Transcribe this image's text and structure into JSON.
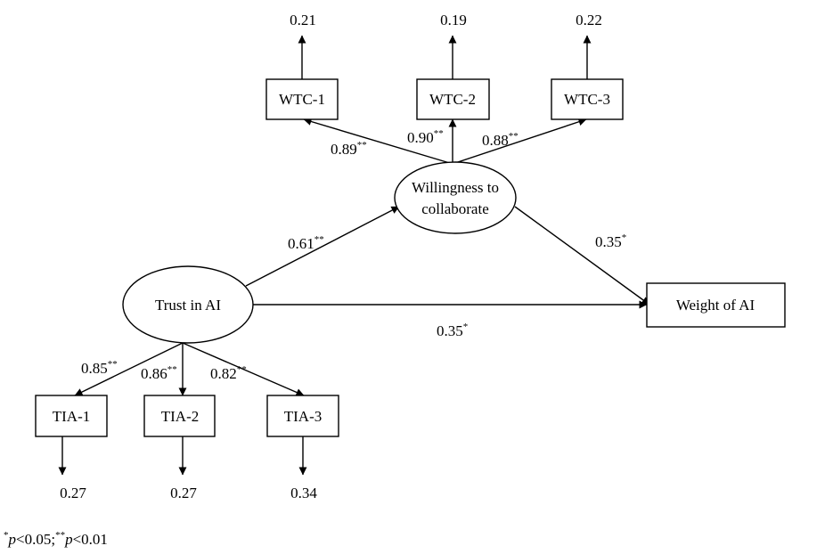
{
  "nodes": {
    "wtc1": "WTC-1",
    "wtc2": "WTC-2",
    "wtc3": "WTC-3",
    "willingness_line1": "Willingness to",
    "willingness_line2": "collaborate",
    "trust": "Trust in AI",
    "weight": "Weight of AI",
    "tia1": "TIA-1",
    "tia2": "TIA-2",
    "tia3": "TIA-3"
  },
  "errors": {
    "wtc1": "0.21",
    "wtc2": "0.19",
    "wtc3": "0.22",
    "tia1": "0.27",
    "tia2": "0.27",
    "tia3": "0.34"
  },
  "loadings": {
    "wtc1": {
      "value": "0.89",
      "sig": "**"
    },
    "wtc2": {
      "value": "0.90",
      "sig": "**"
    },
    "wtc3": {
      "value": "0.88",
      "sig": "**"
    },
    "tia1": {
      "value": "0.85",
      "sig": "**"
    },
    "tia2": {
      "value": "0.86",
      "sig": "**"
    },
    "tia3": {
      "value": "0.82",
      "sig": "**"
    }
  },
  "paths": {
    "trust_to_willingness": {
      "value": "0.61",
      "sig": "**"
    },
    "willingness_to_weight": {
      "value": "0.35",
      "sig": "*"
    },
    "trust_to_weight": {
      "value": "0.35",
      "sig": "*"
    }
  },
  "note": {
    "sig1": "*",
    "p1": "p",
    "t1": "<0.05;",
    "sig2": "**",
    "p2": "p",
    "t2": "<0.01"
  }
}
